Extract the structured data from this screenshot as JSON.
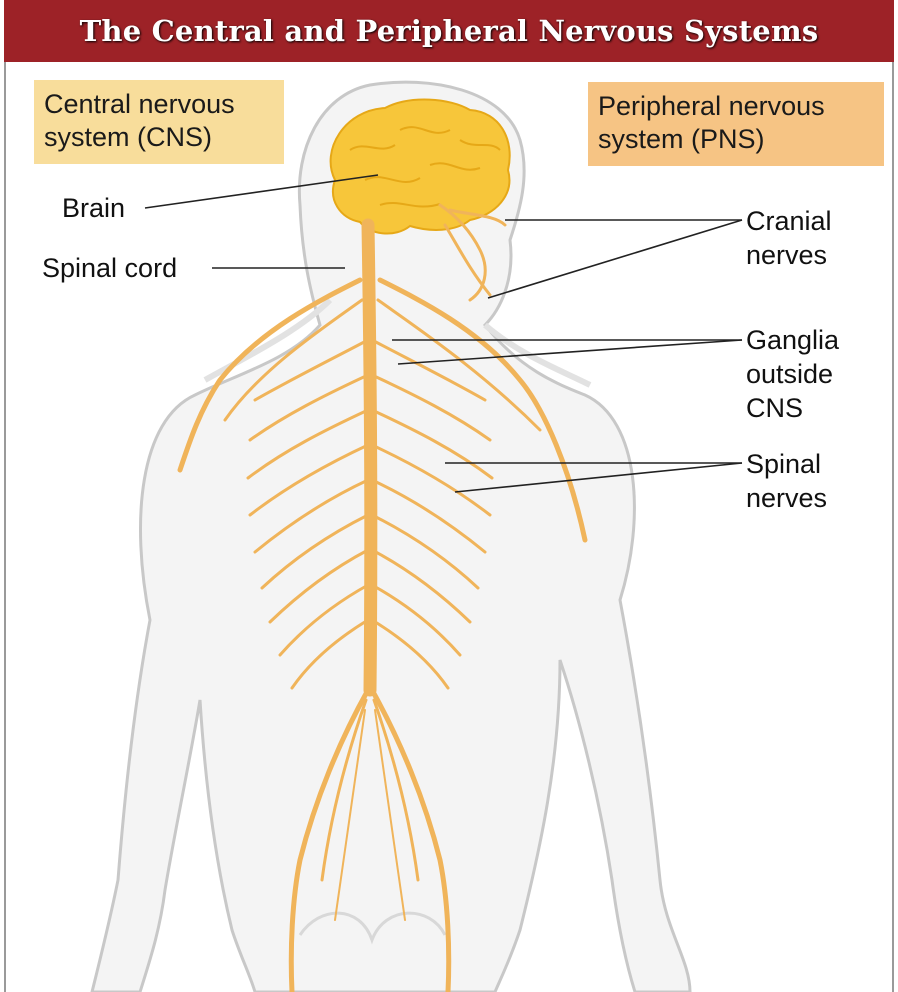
{
  "title": "The Central and Peripheral Nervous Systems",
  "boxes": {
    "cns_line1": "Central nervous",
    "cns_line2": "system (CNS)",
    "pns_line1": "Peripheral nervous",
    "pns_line2": "system (PNS)"
  },
  "labels": {
    "brain": "Brain",
    "spinal_cord": "Spinal cord",
    "cranial_1": "Cranial",
    "cranial_2": "nerves",
    "ganglia_1": "Ganglia",
    "ganglia_2": "outside",
    "ganglia_3": "CNS",
    "spinal_nerves_1": "Spinal",
    "spinal_nerves_2": "nerves"
  },
  "colors": {
    "title_bar": "#9d2227",
    "cns_box": "#f8dd9b",
    "pns_box": "#f6c484",
    "nerve": "#f0b45a",
    "brain": "#f7c63a",
    "body_fill": "#f4f4f4",
    "body_outline": "#c8c8c8"
  }
}
